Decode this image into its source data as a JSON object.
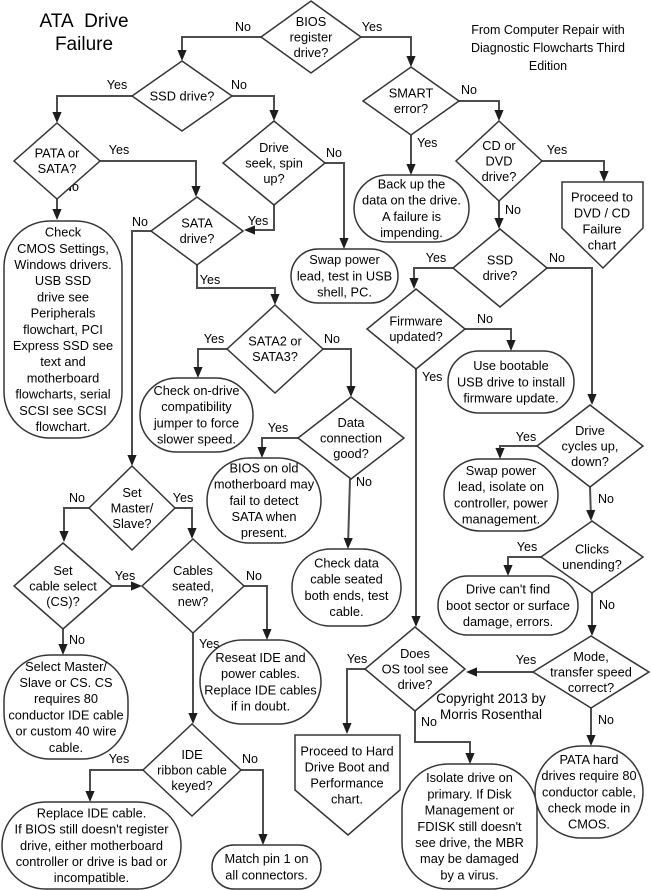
{
  "title": {
    "line1": "ATA  Drive",
    "line2": "Failure"
  },
  "attribution": {
    "line1": "From Computer Repair with",
    "line2": "Diagnostic Flowcharts Third",
    "line3": "Edition"
  },
  "copyright": {
    "line1": "Copyright 2013 by",
    "line2": "Morris Rosenthal"
  },
  "colors": {
    "background": "#ffffff",
    "connector": "#4d4d4d",
    "shape_outline": "#353535",
    "arrowhead": "#1d1d1d",
    "text": "#000000"
  },
  "nodes": [
    {
      "id": "bios-register-drive",
      "shape": "decision",
      "lines": [
        "BIOS",
        "register",
        "drive?"
      ]
    },
    {
      "id": "ssd-drive-top",
      "shape": "decision",
      "lines": [
        "SSD drive?"
      ]
    },
    {
      "id": "smart-error",
      "shape": "decision",
      "lines": [
        "SMART",
        "error?"
      ]
    },
    {
      "id": "pata-or-sata",
      "shape": "decision",
      "lines": [
        "PATA or",
        "SATA?"
      ]
    },
    {
      "id": "drive-seek-spin-up",
      "shape": "decision",
      "lines": [
        "Drive",
        "seek, spin",
        "up?"
      ]
    },
    {
      "id": "cd-or-dvd-drive",
      "shape": "decision",
      "lines": [
        "CD or",
        "DVD",
        "drive?"
      ]
    },
    {
      "id": "sata-drive",
      "shape": "decision",
      "lines": [
        "SATA",
        "drive?"
      ]
    },
    {
      "id": "ssd-drive-right",
      "shape": "decision",
      "lines": [
        "SSD",
        "drive?"
      ]
    },
    {
      "id": "firmware-updated",
      "shape": "decision",
      "lines": [
        "Firmware",
        "updated?"
      ]
    },
    {
      "id": "sata2-or-sata3",
      "shape": "decision",
      "lines": [
        "SATA2 or",
        "SATA3?"
      ]
    },
    {
      "id": "data-connection-good",
      "shape": "decision",
      "lines": [
        "Data",
        "connection",
        "good?"
      ]
    },
    {
      "id": "drive-cycles-up-down",
      "shape": "decision",
      "lines": [
        "Drive",
        "cycles up,",
        "down?"
      ]
    },
    {
      "id": "clicks-unending",
      "shape": "decision",
      "lines": [
        "Clicks",
        "unending?"
      ]
    },
    {
      "id": "mode-transfer-speed",
      "shape": "decision",
      "lines": [
        "Mode,",
        "transfer speed",
        "correct?"
      ]
    },
    {
      "id": "does-os-tool-see-drive",
      "shape": "decision",
      "lines": [
        "Does",
        "OS tool see",
        "drive?"
      ]
    },
    {
      "id": "set-master-slave",
      "shape": "decision",
      "lines": [
        "Set",
        "Master/",
        "Slave?"
      ]
    },
    {
      "id": "set-cable-select",
      "shape": "decision",
      "lines": [
        "Set",
        "cable select",
        "(CS)?"
      ]
    },
    {
      "id": "cables-seated-new",
      "shape": "decision",
      "lines": [
        "Cables",
        "seated,",
        "new?"
      ]
    },
    {
      "id": "ide-ribbon-cable-keyed",
      "shape": "decision",
      "lines": [
        "IDE",
        "ribbon cable",
        "keyed?"
      ]
    },
    {
      "id": "back-up-data",
      "shape": "action",
      "lines": [
        "Back up the",
        "data on the drive.",
        "A failure is",
        "impending."
      ]
    },
    {
      "id": "check-cmos-settings",
      "shape": "action",
      "lines": [
        "Check",
        "CMOS Settings,",
        "Windows drivers.",
        "USB SSD",
        "drive see",
        "Peripherals",
        "flowchart, PCI",
        "Express SSD see",
        "text and",
        "motherboard",
        "flowcharts, serial",
        "SCSI see SCSI",
        "flowchart."
      ]
    },
    {
      "id": "swap-power-usb",
      "shape": "action",
      "lines": [
        "Swap power",
        "lead, test in USB",
        "shell, PC."
      ]
    },
    {
      "id": "check-jumper",
      "shape": "action",
      "lines": [
        "Check on-drive",
        "compatibility",
        "jumper to force",
        "slower speed."
      ]
    },
    {
      "id": "bios-old-motherboard",
      "shape": "action",
      "lines": [
        "BIOS on old",
        "motherboard may",
        "fail to detect",
        "SATA when",
        "present."
      ]
    },
    {
      "id": "check-data-cable",
      "shape": "action",
      "lines": [
        "Check data",
        "cable seated",
        "both ends, test",
        "cable."
      ]
    },
    {
      "id": "use-bootable-usb",
      "shape": "action",
      "lines": [
        "Use bootable",
        "USB drive to install",
        "firmware update."
      ]
    },
    {
      "id": "swap-power-isolate",
      "shape": "action",
      "lines": [
        "Swap power",
        "lead, isolate on",
        "controller, power",
        "management."
      ]
    },
    {
      "id": "drive-cant-find",
      "shape": "action",
      "lines": [
        "Drive can't find",
        "boot sector or surface",
        "damage, errors."
      ]
    },
    {
      "id": "select-master-slave-cs",
      "shape": "action",
      "lines": [
        "Select Master/",
        "Slave or CS. CS",
        "requires 80",
        "conductor IDE cable",
        "or custom 40 wire",
        "cable."
      ]
    },
    {
      "id": "reseat-ide-cables",
      "shape": "action",
      "lines": [
        "Reseat IDE and",
        "power cables.",
        "Replace IDE cables",
        "if in doubt."
      ]
    },
    {
      "id": "replace-ide-cable",
      "shape": "action",
      "lines": [
        "Replace IDE cable.",
        "If BIOS still doesn't register",
        "drive, either motherboard",
        "controller or drive is bad or",
        "incompatible."
      ]
    },
    {
      "id": "match-pin-1",
      "shape": "action",
      "lines": [
        "Match pin 1 on",
        "all connectors."
      ]
    },
    {
      "id": "isolate-drive-primary",
      "shape": "action",
      "lines": [
        "Isolate drive on",
        "primary. If Disk",
        "Management or",
        "FDISK still doesn't",
        "see drive, the MBR",
        "may be damaged",
        "by a virus."
      ]
    },
    {
      "id": "pata-80-conductor",
      "shape": "action",
      "lines": [
        "PATA hard",
        "drives require 80",
        "conductor cable,",
        "check mode in",
        "CMOS."
      ]
    },
    {
      "id": "dvd-cd-failure-chart",
      "shape": "offpage",
      "lines": [
        "Proceed to",
        "DVD / CD",
        "Failure",
        "chart"
      ]
    },
    {
      "id": "hard-drive-boot-chart",
      "shape": "offpage",
      "lines": [
        "Proceed to Hard",
        "Drive Boot and",
        "Performance",
        "chart."
      ]
    }
  ],
  "edges": [
    {
      "id": "bios-no",
      "from": "bios-register-drive",
      "to": "ssd-drive-top",
      "label": "No"
    },
    {
      "id": "bios-yes",
      "from": "bios-register-drive",
      "to": "smart-error",
      "label": "Yes"
    },
    {
      "id": "ssd1-yes",
      "from": "ssd-drive-top",
      "to": "pata-or-sata",
      "label": "Yes"
    },
    {
      "id": "ssd1-no",
      "from": "ssd-drive-top",
      "to": "drive-seek-spin-up",
      "label": "No"
    },
    {
      "id": "pata-yes",
      "from": "pata-or-sata",
      "to": "sata-drive",
      "label": "Yes"
    },
    {
      "id": "pata-no",
      "from": "pata-or-sata",
      "to": "check-cmos-settings",
      "label": "No"
    },
    {
      "id": "seek-no",
      "from": "drive-seek-spin-up",
      "to": "swap-power-usb",
      "label": "No"
    },
    {
      "id": "seek-yes",
      "from": "drive-seek-spin-up",
      "to": "sata-drive",
      "label": "Yes"
    },
    {
      "id": "sata-no",
      "from": "sata-drive",
      "to": "set-master-slave",
      "label": "No"
    },
    {
      "id": "sata-yes",
      "from": "sata-drive",
      "to": "sata2-or-sata3",
      "label": "Yes"
    },
    {
      "id": "sata23-yes",
      "from": "sata2-or-sata3",
      "to": "check-jumper",
      "label": "Yes"
    },
    {
      "id": "sata23-no",
      "from": "sata2-or-sata3",
      "to": "data-connection-good",
      "label": "No"
    },
    {
      "id": "dataconn-yes",
      "from": "data-connection-good",
      "to": "bios-old-motherboard",
      "label": "Yes"
    },
    {
      "id": "dataconn-no",
      "from": "data-connection-good",
      "to": "check-data-cable",
      "label": "No"
    },
    {
      "id": "smart-yes",
      "from": "smart-error",
      "to": "back-up-data",
      "label": "Yes"
    },
    {
      "id": "smart-no",
      "from": "smart-error",
      "to": "cd-or-dvd-drive",
      "label": "No"
    },
    {
      "id": "cddvd-yes",
      "from": "cd-or-dvd-drive",
      "to": "dvd-cd-failure-chart",
      "label": "Yes"
    },
    {
      "id": "cddvd-no",
      "from": "cd-or-dvd-drive",
      "to": "ssd-drive-right",
      "label": "No"
    },
    {
      "id": "ssd2-yes",
      "from": "ssd-drive-right",
      "to": "firmware-updated",
      "label": "Yes"
    },
    {
      "id": "ssd2-no",
      "from": "ssd-drive-right",
      "to": "drive-cycles-up-down",
      "label": "No"
    },
    {
      "id": "firmware-no",
      "from": "firmware-updated",
      "to": "use-bootable-usb",
      "label": "No"
    },
    {
      "id": "firmware-yes",
      "from": "firmware-updated",
      "to": "does-os-tool-see-drive",
      "label": "Yes"
    },
    {
      "id": "cycles-yes",
      "from": "drive-cycles-up-down",
      "to": "swap-power-isolate",
      "label": "Yes"
    },
    {
      "id": "cycles-no",
      "from": "drive-cycles-up-down",
      "to": "clicks-unending",
      "label": "No"
    },
    {
      "id": "clicks-yes",
      "from": "clicks-unending",
      "to": "drive-cant-find",
      "label": "Yes"
    },
    {
      "id": "clicks-no",
      "from": "clicks-unending",
      "to": "mode-transfer-speed",
      "label": "No"
    },
    {
      "id": "mode-yes",
      "from": "mode-transfer-speed",
      "to": "does-os-tool-see-drive",
      "label": "Yes"
    },
    {
      "id": "mode-no",
      "from": "mode-transfer-speed",
      "to": "pata-80-conductor",
      "label": "No"
    },
    {
      "id": "doesos-yes",
      "from": "does-os-tool-see-drive",
      "to": "hard-drive-boot-chart",
      "label": "Yes"
    },
    {
      "id": "doesos-no",
      "from": "does-os-tool-see-drive",
      "to": "isolate-drive-primary",
      "label": "No"
    },
    {
      "id": "setmaster-no",
      "from": "set-master-slave",
      "to": "set-cable-select",
      "label": "No"
    },
    {
      "id": "setmaster-yes",
      "from": "set-master-slave",
      "to": "cables-seated-new",
      "label": "Yes"
    },
    {
      "id": "setcs-yes",
      "from": "set-cable-select",
      "to": "cables-seated-new",
      "label": "Yes"
    },
    {
      "id": "setcs-no",
      "from": "set-cable-select",
      "to": "select-master-slave-cs",
      "label": "No"
    },
    {
      "id": "cables-no",
      "from": "cables-seated-new",
      "to": "reseat-ide-cables",
      "label": "No"
    },
    {
      "id": "cables-yes",
      "from": "cables-seated-new",
      "to": "ide-ribbon-cable-keyed",
      "label": "Yes"
    },
    {
      "id": "ide-yes",
      "from": "ide-ribbon-cable-keyed",
      "to": "replace-ide-cable",
      "label": "Yes"
    },
    {
      "id": "ide-no",
      "from": "ide-ribbon-cable-keyed",
      "to": "match-pin-1",
      "label": "No"
    }
  ]
}
